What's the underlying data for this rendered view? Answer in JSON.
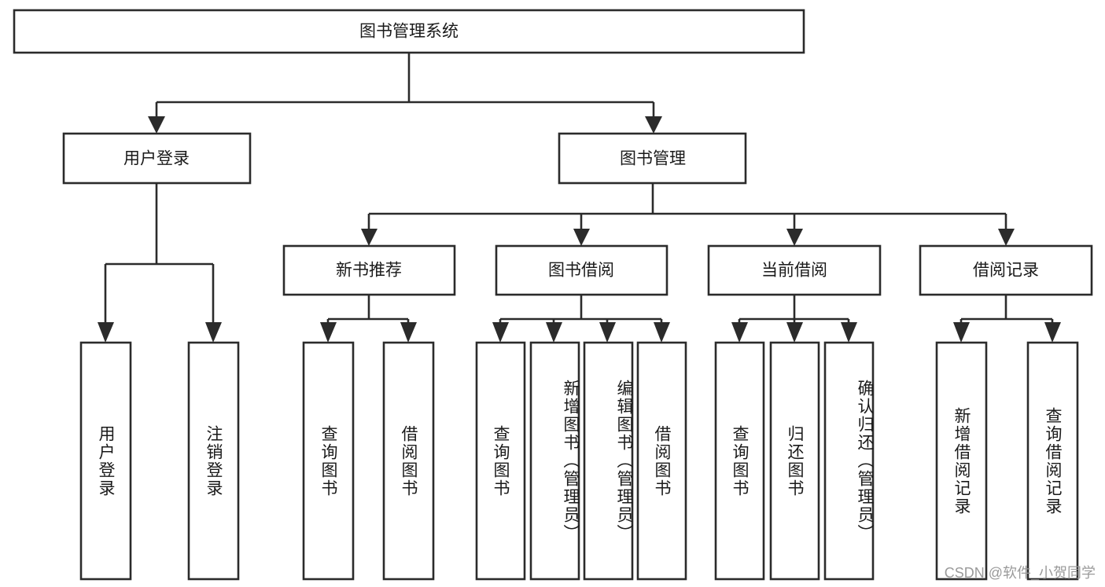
{
  "diagram": {
    "title": "图书管理系统",
    "type": "tree-hierarchy",
    "root": {
      "id": "root",
      "label": "图书管理系统"
    },
    "level2": [
      {
        "id": "user-login",
        "label": "用户登录"
      },
      {
        "id": "book-manage",
        "label": "图书管理"
      }
    ],
    "level3": [
      {
        "id": "new-book-rec",
        "label": "新书推荐",
        "parent": "book-manage"
      },
      {
        "id": "book-borrow",
        "label": "图书借阅",
        "parent": "book-manage"
      },
      {
        "id": "current-borrow",
        "label": "当前借阅",
        "parent": "book-manage"
      },
      {
        "id": "borrow-record",
        "label": "借阅记录",
        "parent": "book-manage"
      }
    ],
    "leaves": [
      {
        "id": "leaf-user-login",
        "label": "用户登录",
        "parent": "user-login"
      },
      {
        "id": "leaf-logout",
        "label": "注销登录",
        "parent": "user-login"
      },
      {
        "id": "leaf-query-book-1",
        "label": "查询图书",
        "parent": "new-book-rec"
      },
      {
        "id": "leaf-borrow-book-1",
        "label": "借阅图书",
        "parent": "new-book-rec"
      },
      {
        "id": "leaf-query-book-2",
        "label": "查询图书",
        "parent": "book-borrow"
      },
      {
        "id": "leaf-add-book",
        "label": "新增图书（管理员）",
        "parent": "book-borrow"
      },
      {
        "id": "leaf-edit-book",
        "label": "编辑图书（管理员）",
        "parent": "book-borrow"
      },
      {
        "id": "leaf-borrow-book-2",
        "label": "借阅图书",
        "parent": "book-borrow"
      },
      {
        "id": "leaf-query-book-3",
        "label": "查询图书",
        "parent": "current-borrow"
      },
      {
        "id": "leaf-return-book",
        "label": "归还图书",
        "parent": "current-borrow"
      },
      {
        "id": "leaf-confirm-return",
        "label": "确认归还（管理员）",
        "parent": "current-borrow"
      },
      {
        "id": "leaf-add-record",
        "label": "新增借阅记录",
        "parent": "borrow-record"
      },
      {
        "id": "leaf-query-record",
        "label": "查询借阅记录",
        "parent": "borrow-record"
      }
    ],
    "colors": {
      "stroke": "#2b2b2b",
      "fill": "#ffffff",
      "text": "#1a1a1a",
      "watermark": "#9a9a9a"
    }
  },
  "watermark": {
    "text": "CSDN @软件_小贺同学"
  }
}
